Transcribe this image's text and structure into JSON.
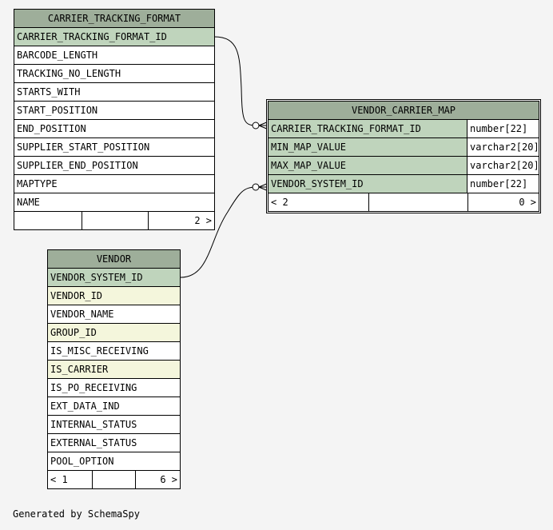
{
  "tables": {
    "carrier_tracking_format": {
      "title": "CARRIER_TRACKING_FORMAT",
      "columns": [
        "CARRIER_TRACKING_FORMAT_ID",
        "BARCODE_LENGTH",
        "TRACKING_NO_LENGTH",
        "STARTS_WITH",
        "START_POSITION",
        "END_POSITION",
        "SUPPLIER_START_POSITION",
        "SUPPLIER_END_POSITION",
        "MAPTYPE",
        "NAME"
      ],
      "footer": {
        "left": "",
        "right": "2 >"
      }
    },
    "vendor_carrier_map": {
      "title": "VENDOR_CARRIER_MAP",
      "columns": [
        {
          "name": "CARRIER_TRACKING_FORMAT_ID",
          "type": "number[22]"
        },
        {
          "name": "MIN_MAP_VALUE",
          "type": "varchar2[20]"
        },
        {
          "name": "MAX_MAP_VALUE",
          "type": "varchar2[20]"
        },
        {
          "name": "VENDOR_SYSTEM_ID",
          "type": "number[22]"
        }
      ],
      "footer": {
        "left": "< 2",
        "right": "0 >"
      }
    },
    "vendor": {
      "title": "VENDOR",
      "columns": [
        "VENDOR_SYSTEM_ID",
        "VENDOR_ID",
        "VENDOR_NAME",
        "GROUP_ID",
        "IS_MISC_RECEIVING",
        "IS_CARRIER",
        "IS_PO_RECEIVING",
        "EXT_DATA_IND",
        "INTERNAL_STATUS",
        "EXTERNAL_STATUS",
        "POOL_OPTION"
      ],
      "footer": {
        "left": "< 1",
        "right": "6 >"
      }
    }
  },
  "generated_by": "Generated by SchemaSpy",
  "colors": {
    "header": "#9eae9a",
    "key_column": "#bfd4bc",
    "indexed_column": "#f4f6dc",
    "background": "#f4f4f4"
  }
}
